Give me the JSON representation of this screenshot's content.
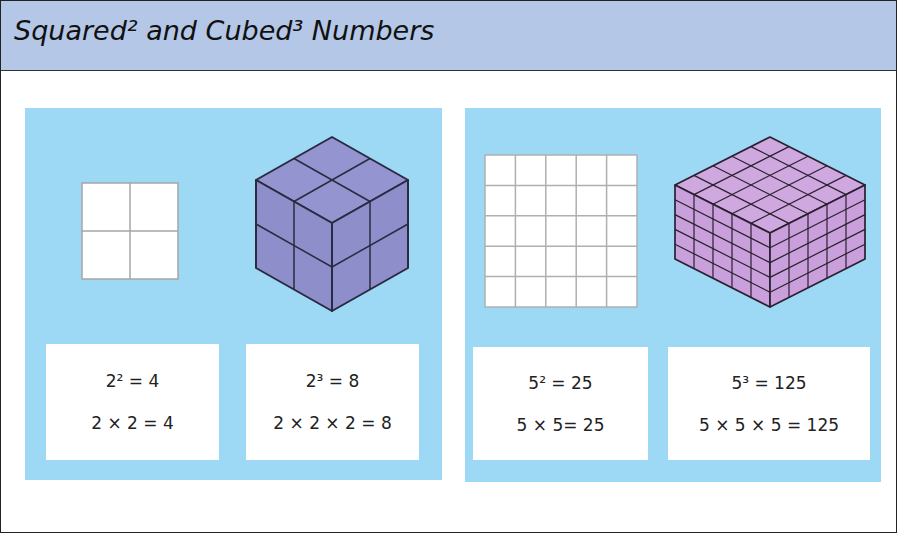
{
  "diagram": {
    "title": "Squared² and Cubed³ Numbers",
    "nodes": [
      {
        "text": [
          "2² = 4",
          "2 × 2 = 4"
        ]
      },
      {
        "text": [
          "2³ = 8",
          "2 × 2 × 2 = 8"
        ]
      },
      {
        "text": [
          "5² = 25",
          "5 × 5= 25"
        ]
      },
      {
        "text": [
          "5³ = 125",
          "5 × 5 × 5 = 125"
        ]
      }
    ]
  }
}
